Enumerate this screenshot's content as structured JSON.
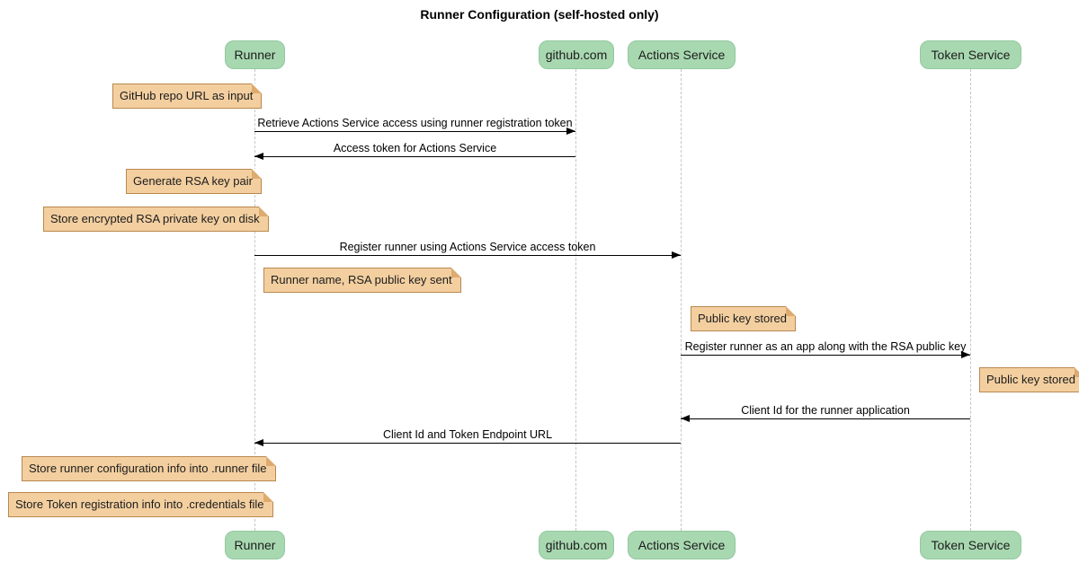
{
  "title": "Runner Configuration (self-hosted only)",
  "participants": [
    {
      "label": "Runner"
    },
    {
      "label": "github.com"
    },
    {
      "label": "Actions Service"
    },
    {
      "label": "Token Service"
    }
  ],
  "messages": [
    {
      "from": "Runner",
      "to": "github.com",
      "text": "Retrieve Actions Service access using runner registration token"
    },
    {
      "from": "github.com",
      "to": "Runner",
      "text": "Access token for Actions Service"
    },
    {
      "from": "Runner",
      "to": "Actions Service",
      "text": "Register runner using Actions Service access token"
    },
    {
      "from": "Actions Service",
      "to": "Token Service",
      "text": "Register runner as an app along with the RSA public key"
    },
    {
      "from": "Token Service",
      "to": "Actions Service",
      "text": "Client Id for the runner application"
    },
    {
      "from": "Actions Service",
      "to": "Runner",
      "text": "Client Id and Token Endpoint URL"
    }
  ],
  "notes": [
    {
      "attached_to": "Runner",
      "side": "left",
      "text": "GitHub repo URL as input"
    },
    {
      "attached_to": "Runner",
      "side": "left",
      "text": "Generate RSA key pair"
    },
    {
      "attached_to": "Runner",
      "side": "left",
      "text": "Store encrypted RSA private key on disk"
    },
    {
      "attached_to": "Runner",
      "side": "right",
      "text": "Runner name, RSA public key sent"
    },
    {
      "attached_to": "Actions Service",
      "side": "right",
      "text": "Public key stored"
    },
    {
      "attached_to": "Token Service",
      "side": "right",
      "text": "Public key stored"
    },
    {
      "attached_to": "Runner",
      "side": "left",
      "text": "Store runner configuration info into .runner file"
    },
    {
      "attached_to": "Runner",
      "side": "left",
      "text": "Store Token registration info into .credentials file"
    }
  ],
  "colors": {
    "background": "#ffffff",
    "participant_fill": "#a8d8b0",
    "participant_border": "#93c8a0",
    "note_fill": "#f3cfa0",
    "note_border": "#b9884e",
    "note_fold": "#ddab6f",
    "lifeline": "#c4c4c4",
    "arrow": "#000000",
    "text": "#111111"
  }
}
